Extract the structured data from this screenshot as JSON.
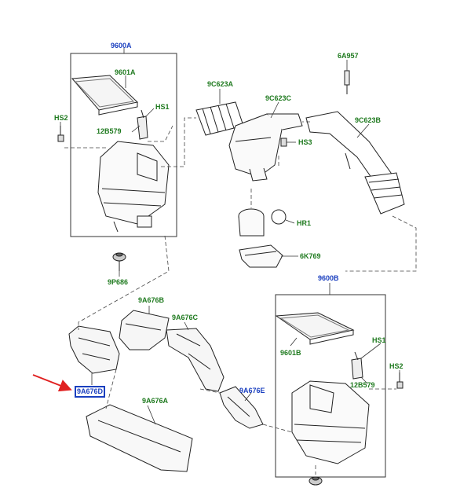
{
  "colors": {
    "green_label": "#1f7a1f",
    "blue_label": "#1a3fbf",
    "arrow": "#e02020",
    "line": "#333333"
  },
  "labels": {
    "assy_a": "9600A",
    "filter_a": "9601A",
    "hs1_a": "HS1",
    "hs2_a": "HS2",
    "b579_a": "12B579",
    "grommet": "9P686",
    "c623a": "9C623A",
    "c623c": "9C623C",
    "hs3": "HS3",
    "a957": "6A957",
    "c623b": "9C623B",
    "hr1": "HR1",
    "k769": "6K769",
    "assy_b": "9600B",
    "filter_b": "9601B",
    "hs1_b": "HS1",
    "hs2_b": "HS2",
    "b579_b": "12B579",
    "a676b": "9A676B",
    "a676c": "9A676C",
    "a676d": "9A676D",
    "a676a": "9A676A",
    "a676e": "9A676E"
  }
}
